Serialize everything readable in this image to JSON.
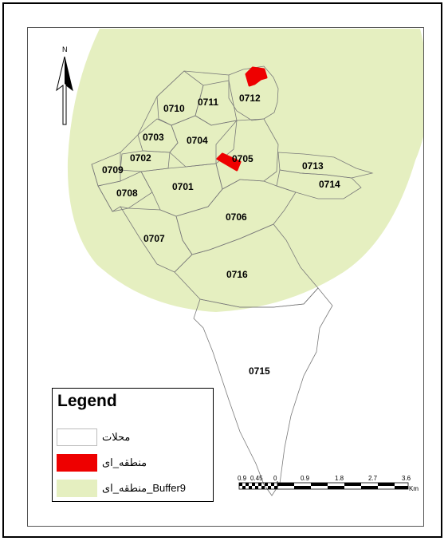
{
  "north_arrow": {
    "label": "N"
  },
  "colors": {
    "buffer_fill": "#e5efc0",
    "neighborhood_stroke": "#7a7a7a",
    "region_fill": "#ee0000",
    "frame_stroke": "#000000"
  },
  "neighborhoods": [
    {
      "id": "0710",
      "label": "0710"
    },
    {
      "id": "0711",
      "label": "0711"
    },
    {
      "id": "0712",
      "label": "0712"
    },
    {
      "id": "0703",
      "label": "0703"
    },
    {
      "id": "0704",
      "label": "0704"
    },
    {
      "id": "0702",
      "label": "0702"
    },
    {
      "id": "0705",
      "label": "0705"
    },
    {
      "id": "0713",
      "label": "0713"
    },
    {
      "id": "0709",
      "label": "0709"
    },
    {
      "id": "0708",
      "label": "0708"
    },
    {
      "id": "0701",
      "label": "0701"
    },
    {
      "id": "0714",
      "label": "0714"
    },
    {
      "id": "0706",
      "label": "0706"
    },
    {
      "id": "0707",
      "label": "0707"
    },
    {
      "id": "0716",
      "label": "0716"
    },
    {
      "id": "0715",
      "label": "0715"
    }
  ],
  "legend": {
    "title": "Legend",
    "items": [
      {
        "label": "محلات",
        "swatch": "neighborhood"
      },
      {
        "label": "منطقه_ای",
        "swatch": "region"
      },
      {
        "label": "منطقه_ای_Buffer9",
        "swatch": "buffer"
      }
    ]
  },
  "scale_bar": {
    "ticks": [
      "0.9",
      "0.45",
      "0",
      "0.9",
      "1.8",
      "2.7",
      "3.6"
    ],
    "unit": "Km"
  }
}
